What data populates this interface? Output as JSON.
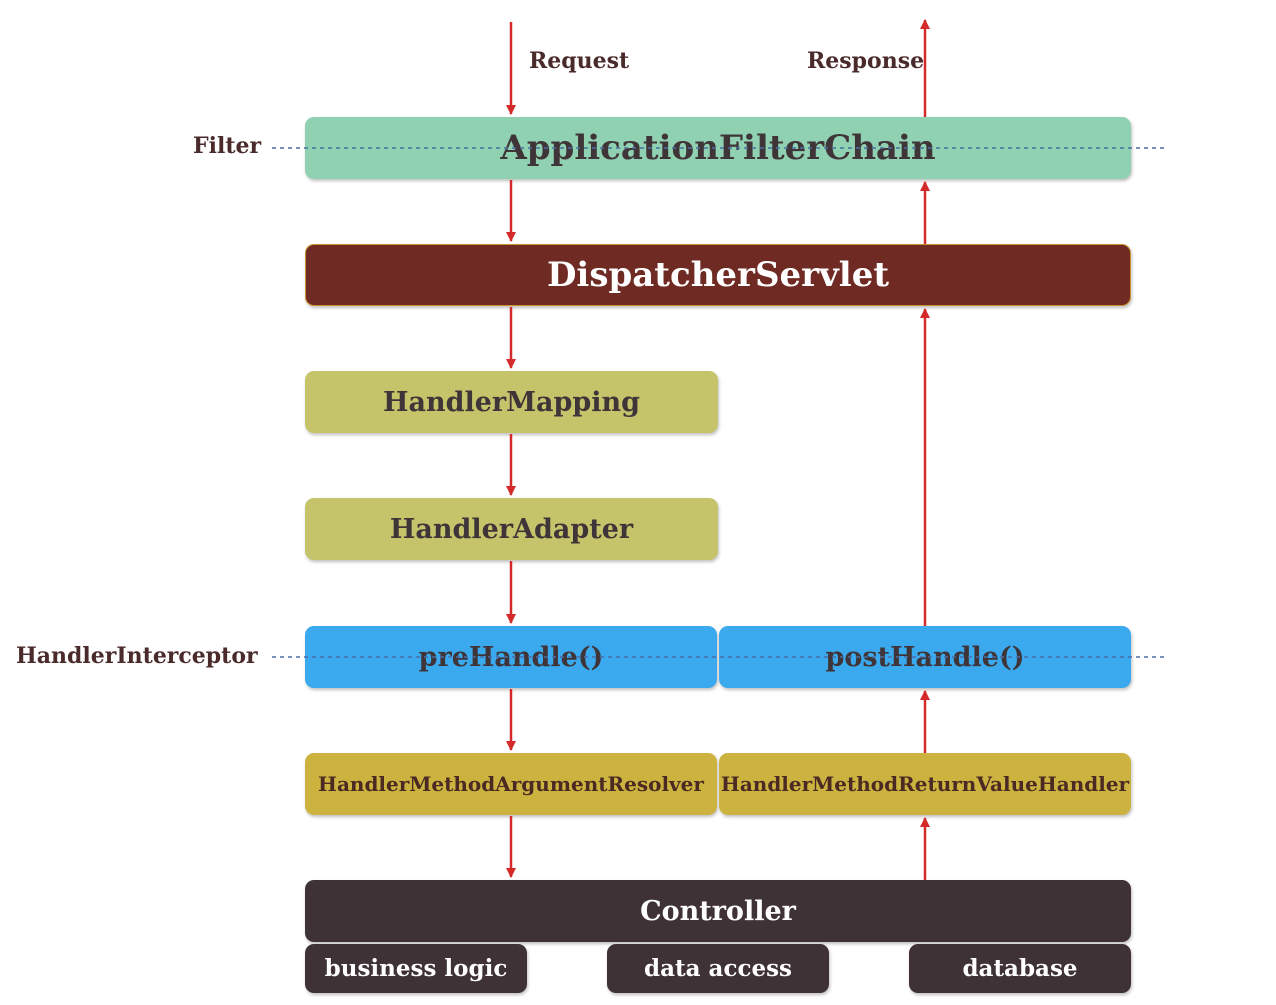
{
  "labels": {
    "request": "Request",
    "response": "Response",
    "filter": "Filter",
    "interceptor": "HandlerInterceptor"
  },
  "boxes": {
    "filter_chain": "ApplicationFilterChain",
    "dispatcher": "DispatcherServlet",
    "mapping": "HandlerMapping",
    "adapter": "HandlerAdapter",
    "pre_handle": "preHandle()",
    "post_handle": "postHandle()",
    "arg_resolver": "HandlerMethodArgumentResolver",
    "return_handler": "HandlerMethodReturnValueHandler",
    "controller": "Controller",
    "business_logic": "business logic",
    "data_access": "data access",
    "database": "database"
  },
  "colors": {
    "arrow": "#d42a2a",
    "filter_box": "#8fd1b0",
    "dispatcher_box": "#6e2a23",
    "handler_box": "#c6c46a",
    "interceptor_box": "#3aa9ee",
    "resolver_box": "#ccb33f",
    "controller_box": "#3f3236",
    "dashed_line": "#4a6fa5"
  }
}
